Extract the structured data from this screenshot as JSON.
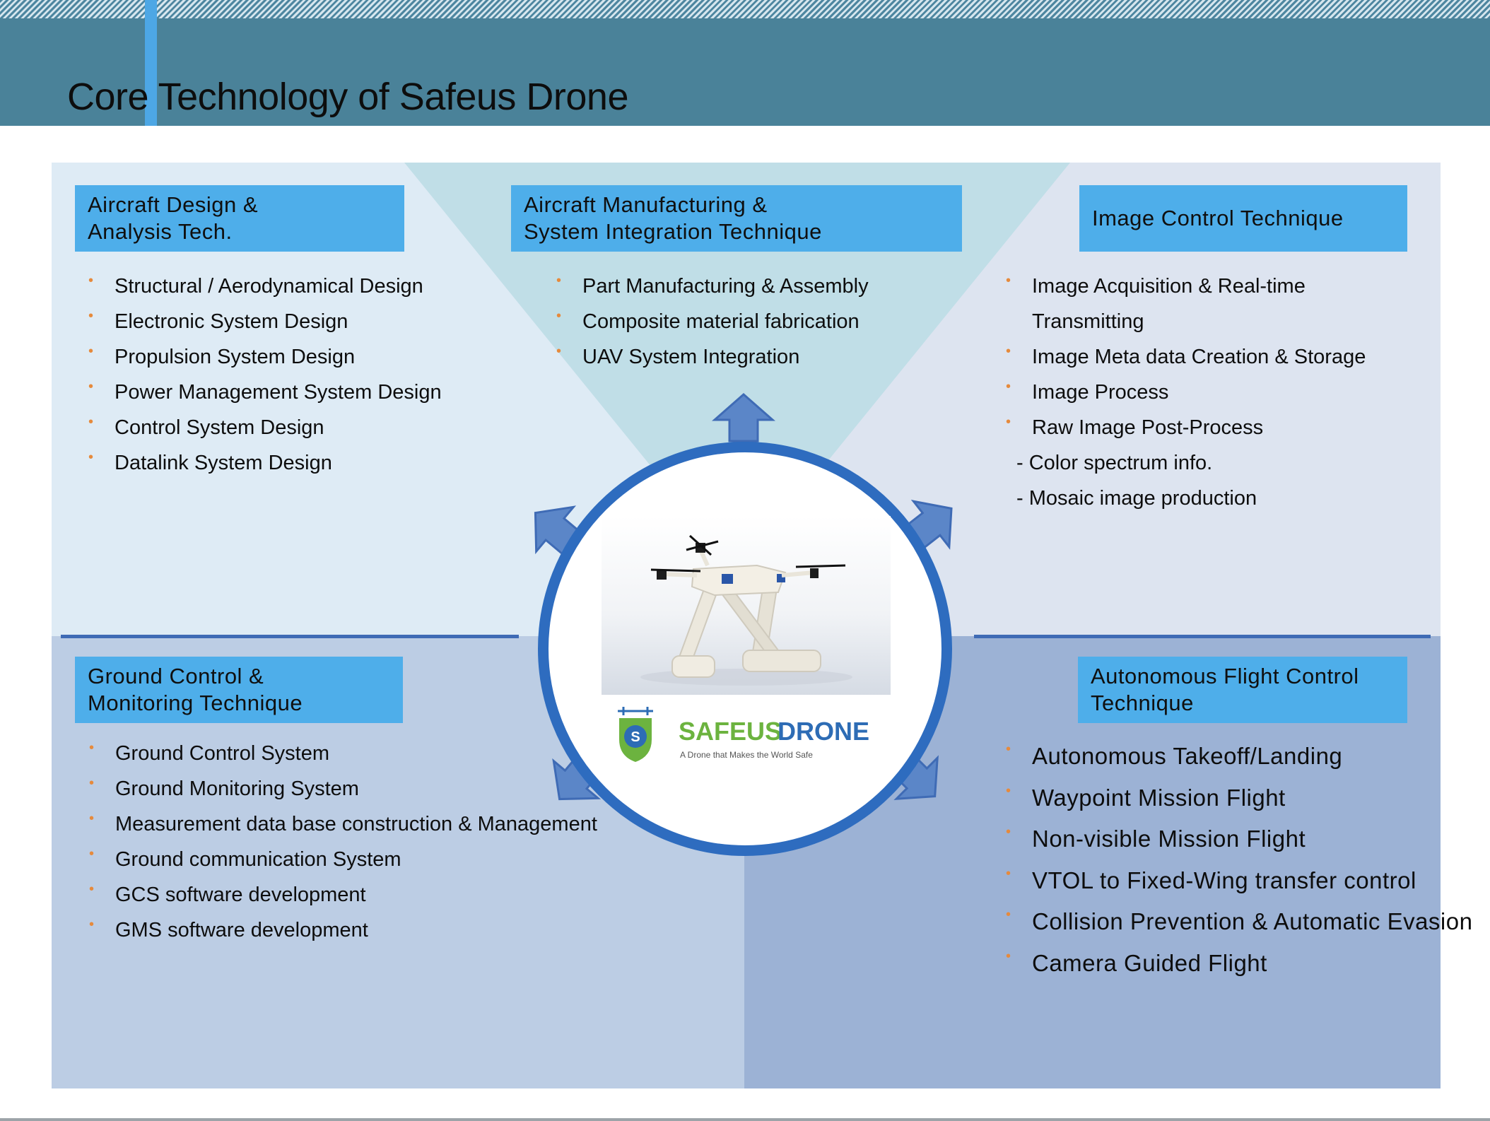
{
  "page": {
    "title": "Core Technology of Safeus Drone"
  },
  "categories": {
    "design": {
      "label": "Aircraft Design &\nAnalysis Tech.",
      "items": [
        "Structural / Aerodynamical Design",
        "Electronic System Design",
        "Propulsion System Design",
        "Power Management System Design",
        "Control System Design",
        "Datalink System Design"
      ]
    },
    "manufacturing": {
      "label": "Aircraft Manufacturing &\nSystem Integration Technique",
      "items": [
        "Part Manufacturing & Assembly",
        "Composite material fabrication",
        "UAV System Integration"
      ]
    },
    "image": {
      "label": "Image Control Technique",
      "items": [
        "Image Acquisition & Real-time",
        "Transmitting",
        "Image Meta data Creation & Storage",
        "Image Process",
        "Raw Image Post-Process",
        "- Color spectrum info.",
        "- Mosaic image production"
      ]
    },
    "ground": {
      "label": "Ground Control &\nMonitoring Technique",
      "items": [
        "Ground Control System",
        "Ground Monitoring System",
        "Measurement data base construction & Management",
        "Ground communication System",
        "GCS software development",
        "GMS software development"
      ]
    },
    "autonomous": {
      "label": "Autonomous Flight Control\nTechnique",
      "items": [
        "Autonomous Takeoff/Landing",
        "Waypoint Mission Flight",
        "Non-visible Mission Flight",
        "VTOL to Fixed-Wing transfer control",
        "Collision Prevention & Automatic Evasion",
        "Camera Guided Flight"
      ]
    }
  },
  "logo": {
    "name_part1": "SAFEUS",
    "name_part2": "DRONE",
    "tagline": "A Drone that Makes the World Safe",
    "emblem_letter": "S"
  },
  "colors": {
    "header": "#4a8299",
    "accent": "#4da7e5",
    "category_box": "#4eaeea",
    "bullet": "#e68a3c",
    "circle_border": "#2e6cbf",
    "arrow": "#5b86c8",
    "logo_green": "#6cb33f",
    "logo_blue": "#2d6cb5"
  }
}
